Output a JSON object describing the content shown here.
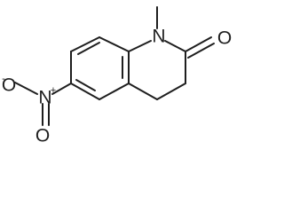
{
  "molecule": {
    "atoms": {
      "ring_nitrogen": "N",
      "carbonyl_oxygen": "O",
      "nitro_nitrogen": "N",
      "nitro_oxygen_top": "O",
      "nitro_oxygen_bottom": "O"
    },
    "charges": {
      "nitro_nitrogen": "+",
      "nitro_oxygen_top": "-"
    }
  }
}
